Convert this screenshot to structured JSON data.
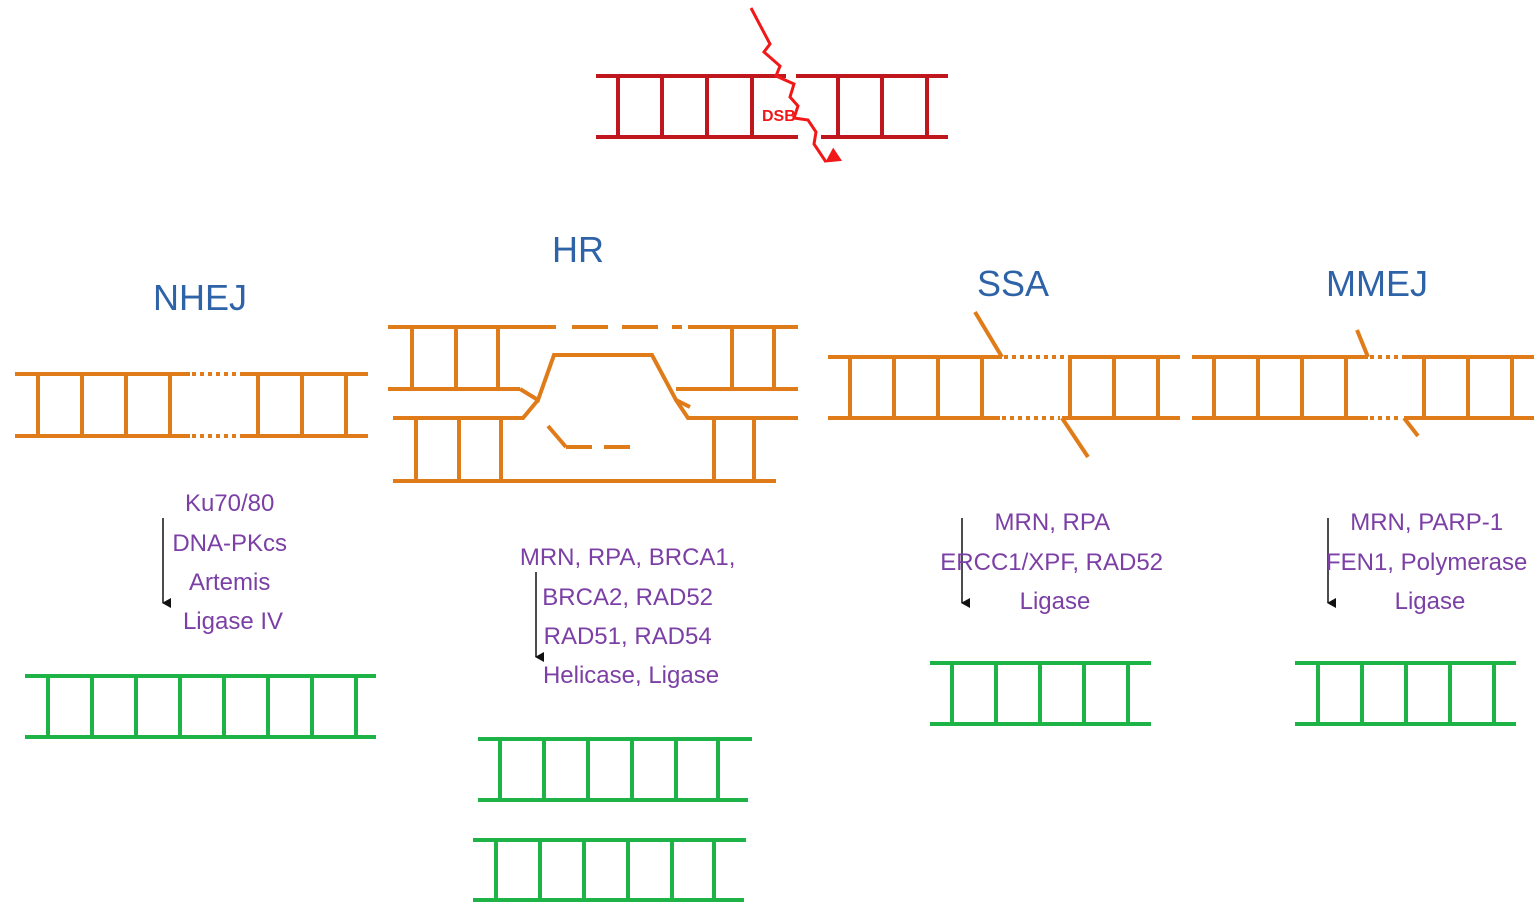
{
  "colors": {
    "break_dna": "#c0161e",
    "break_bolt": "#f01818",
    "damaged_dna": "#e07b1a",
    "repaired_dna": "#1db347",
    "title": "#2f63a8",
    "proteins": "#7b3fa5",
    "arrow": "#111111"
  },
  "break": {
    "label": "DSB"
  },
  "pathways": [
    {
      "id": "nhej",
      "title": "NHEJ",
      "proteins": [
        "Ku70/80",
        "DNA-PKcs",
        "Artemis",
        "Ligase IV"
      ]
    },
    {
      "id": "hr",
      "title": "HR",
      "proteins": [
        "MRN, RPA, BRCA1,",
        "BRCA2, RAD52",
        "RAD51, RAD54",
        "Helicase, Ligase"
      ]
    },
    {
      "id": "ssa",
      "title": "SSA",
      "proteins": [
        "MRN, RPA",
        "ERCC1/XPF, RAD52",
        "Ligase"
      ]
    },
    {
      "id": "mmej",
      "title": "MMEJ",
      "proteins": [
        "MRN, PARP-1",
        "FEN1, Polymerase",
        "Ligase"
      ]
    }
  ]
}
